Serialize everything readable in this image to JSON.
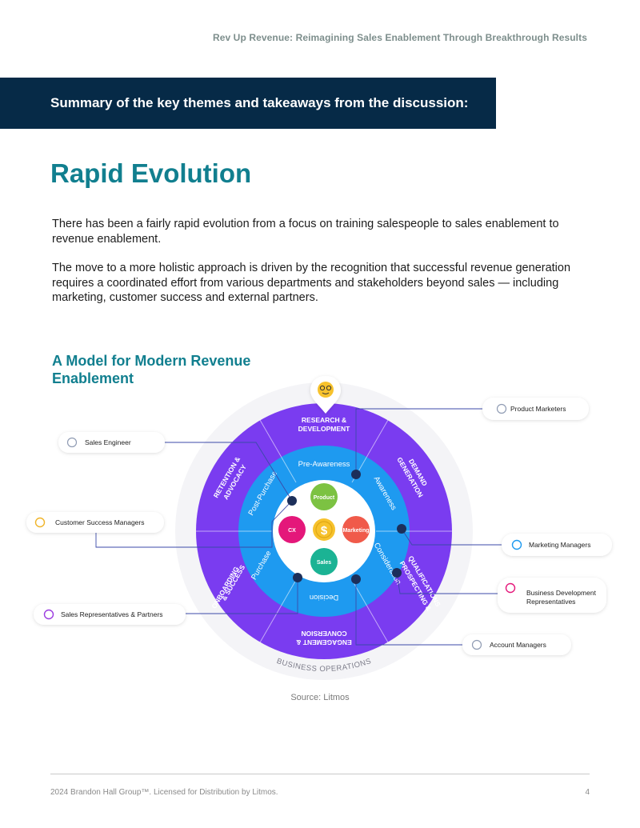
{
  "header": {
    "running_title": "Rev Up Revenue:  Reimagining Sales Enablement Through Breakthrough Results"
  },
  "banner": {
    "text": "Summary of the key themes and takeaways from the discussion:"
  },
  "page_title": "Rapid Evolution",
  "paragraphs": [
    "There has been a fairly rapid evolution from a focus on training salespeople to sales enablement to revenue enablement.",
    "The move to a more holistic approach is driven by the recognition that successful revenue generation requires a coordinated effort from various departments and stakeholders beyond sales — including marketing, customer success and external partners."
  ],
  "section_title": "A Model for Modern Revenue Enablement",
  "diagram": {
    "outer_label": "BUSINESS OPERATIONS",
    "segments": {
      "research": [
        "RESEARCH &",
        "DEVELOPMENT"
      ],
      "demand": [
        "DEMAND",
        "GENERATION"
      ],
      "qualification": [
        "QUALIFICATIONS",
        "PROSPECTING &"
      ],
      "engagement": [
        "ENGAGEMENT &",
        "CONVERSION"
      ],
      "onboarding": [
        "ONBOARDING",
        "& SUCCESS"
      ],
      "retention": [
        "RETENTION &",
        "ADVOCACY"
      ]
    },
    "stages": {
      "pre_awareness": "Pre-Awareness",
      "awareness": "Awareness",
      "consideration": "Consideration",
      "decision": "Decision",
      "purchase": "Purchase",
      "post_purchase": "Post-Purchase"
    },
    "core": {
      "product": "Product",
      "marketing": "Marketing",
      "sales": "Sales",
      "cx": "CX",
      "currency": "$"
    },
    "roles": {
      "product_marketers": "Product Marketers",
      "sales_engineer": "Sales Engineer",
      "customer_success_managers": "Customer Success Managers",
      "marketing_managers": "Marketing Managers",
      "bdr_line1": "Business Development",
      "bdr_line2": "Representatives",
      "sales_reps_partners": "Sales Representatives & Partners",
      "account_managers": "Account Managers"
    },
    "colors": {
      "ring_purple": "#7a3cf0",
      "ring_blue": "#1e9af0",
      "product": "#7cc242",
      "marketing": "#f05a4a",
      "sales": "#1bb394",
      "cx": "#e4177a",
      "currency": "#f7c22c"
    }
  },
  "source": "Source: Litmos",
  "footer": {
    "copyright": "2024 Brandon Hall Group™. Licensed for Distribution by Litmos.",
    "page_number": "4"
  }
}
